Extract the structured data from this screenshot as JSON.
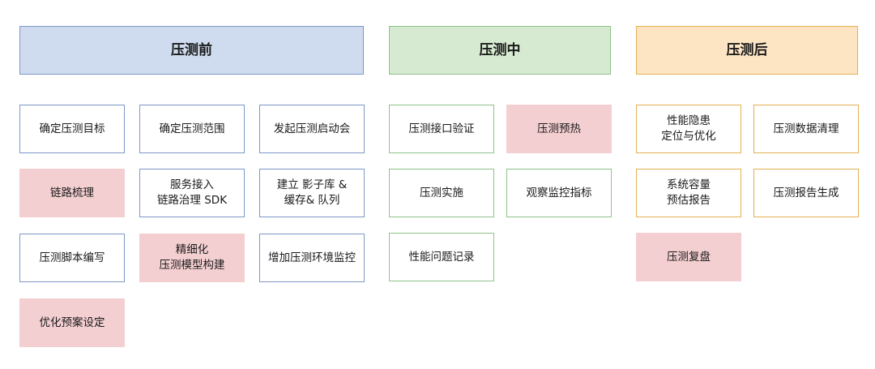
{
  "columns": [
    {
      "title": "压测前",
      "items": [
        "确定压测目标",
        "确定压测范围",
        "发起压测启动会",
        "链路梳理",
        "服务接入\n链路治理 SDK",
        "建立 影子库 &\n缓存& 队列",
        "压测脚本编写",
        "精细化\n压测模型构建",
        "增加压测环境监控",
        "优化预案设定"
      ]
    },
    {
      "title": "压测中",
      "items": [
        "压测接口验证",
        "压测预热",
        "压测实施",
        "观察监控指标",
        "性能问题记录"
      ]
    },
    {
      "title": "压测后",
      "items": [
        "性能隐患\n定位与优化",
        "压测数据清理",
        "系统容量\n预估报告",
        "压测报告生成",
        "压测复盘"
      ]
    }
  ],
  "colors": {
    "before": "#7d97c6",
    "during": "#8fc28a",
    "after": "#e3b054",
    "highlight": "#f4cfd1"
  }
}
